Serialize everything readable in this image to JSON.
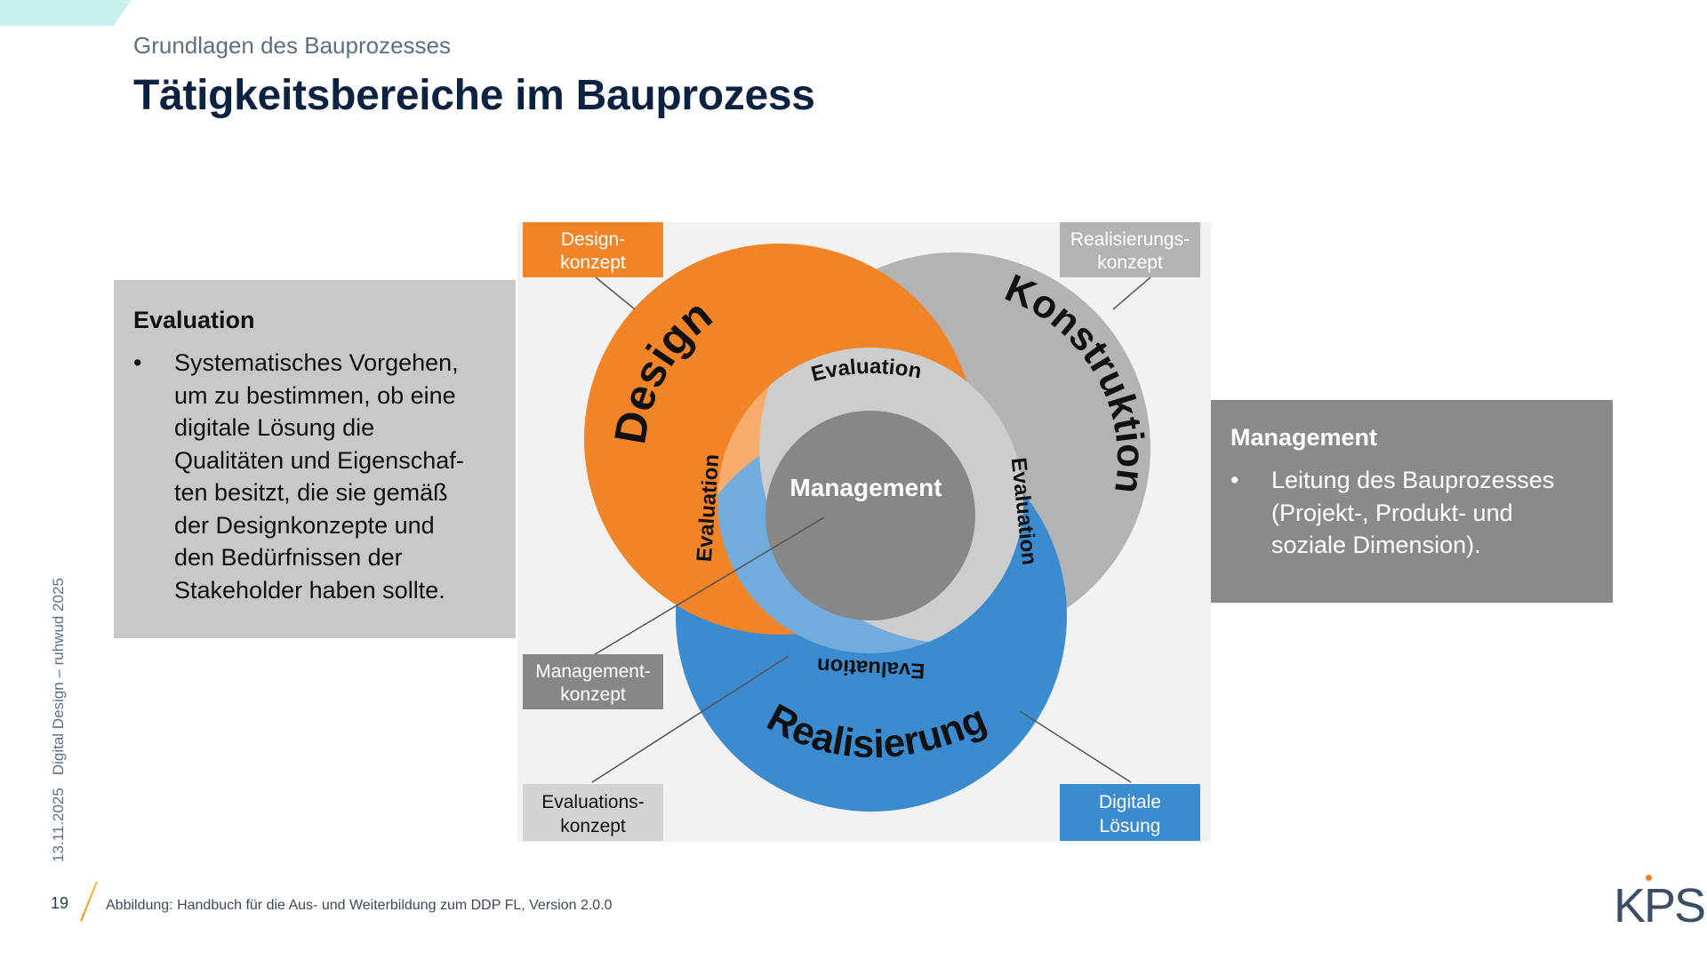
{
  "header": {
    "kicker": "Grundlagen des Bauprozesses",
    "title": "Tätigkeitsbereiche im Bauprozess"
  },
  "sidebar": {
    "date": "13.11.2025",
    "course": "Digital Design – ruhwud 2025"
  },
  "footer": {
    "page_number": "19",
    "source": "Abbildung: Handbuch für die Aus- und Weiterbildung zum DDP FL, Version 2.0.0",
    "logo": "KPS"
  },
  "left_box": {
    "heading": "Evaluation",
    "bullets": [
      "Systematisches Vorgehen,\num zu bestimmen, ob eine\ndigitale Lösung die\nQualitäten und Eigenschaf-\nten besitzt, die sie gemäß\nder Designkonzepte und\nden Bedürfnissen der\nStakeholder haben sollte."
    ]
  },
  "right_box": {
    "heading": "Management",
    "bullets": [
      "Leitung des Bauprozesses\n(Projekt-, Produkt- und\nsoziale Dimension)."
    ]
  },
  "diagram": {
    "circles": {
      "design": "Design",
      "konstruktion": "Konstruktion",
      "realisierung": "Realisierung"
    },
    "evaluation_labels": [
      "Evaluation",
      "Evaluation",
      "Evaluation",
      "Evaluation"
    ],
    "center": "Management",
    "corner_labels": {
      "design_konzept": [
        "Design-",
        "konzept"
      ],
      "realisierungs_konzept": [
        "Realisierungs-",
        "konzept"
      ],
      "management_konzept": [
        "Management-",
        "konzept"
      ],
      "evaluations_konzept": [
        "Evaluations-",
        "konzept"
      ],
      "digitale_loesung": [
        "Digitale",
        "Lösung"
      ]
    },
    "colors": {
      "design": "#f18426",
      "design_light": "#f7ab6c",
      "konstruktion": "#b3b3b3",
      "konstruktion_light": "#cdcdcd",
      "realisierung": "#3b8bd0",
      "realisierung_light": "#72acdc",
      "management": "#878787",
      "background": "#f2f2f2"
    }
  }
}
